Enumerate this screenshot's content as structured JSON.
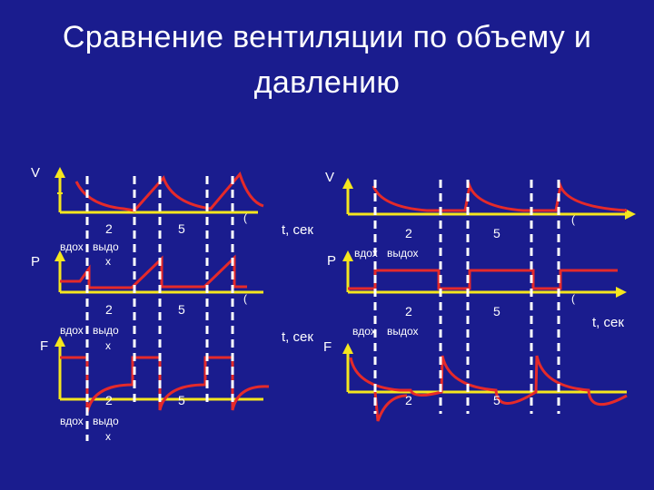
{
  "title": {
    "line1": "Сравнение вентиляции по объему и",
    "line2": "давлению"
  },
  "colors": {
    "background": "#1a1c8e",
    "axis": "#f5e61e",
    "curve": "#e52a2a",
    "marker": "#ffffff",
    "text": "#ffffff"
  },
  "left": {
    "v_label": "V",
    "p_label": "P",
    "f_label": "F",
    "num2": "2",
    "num5": "5",
    "paren": "(",
    "inhale": "вдох",
    "exhale": "выдо",
    "exhale_x": "х"
  },
  "right": {
    "v_label": "V",
    "p_label": "P",
    "f_label": "F",
    "t_label_1": "t, сек",
    "t_label_2": "t, сек",
    "t_label_3": "t, сек",
    "num2": "2",
    "num5": "5",
    "paren": "(",
    "inhale": "вдох",
    "exhale": "выдох"
  }
}
